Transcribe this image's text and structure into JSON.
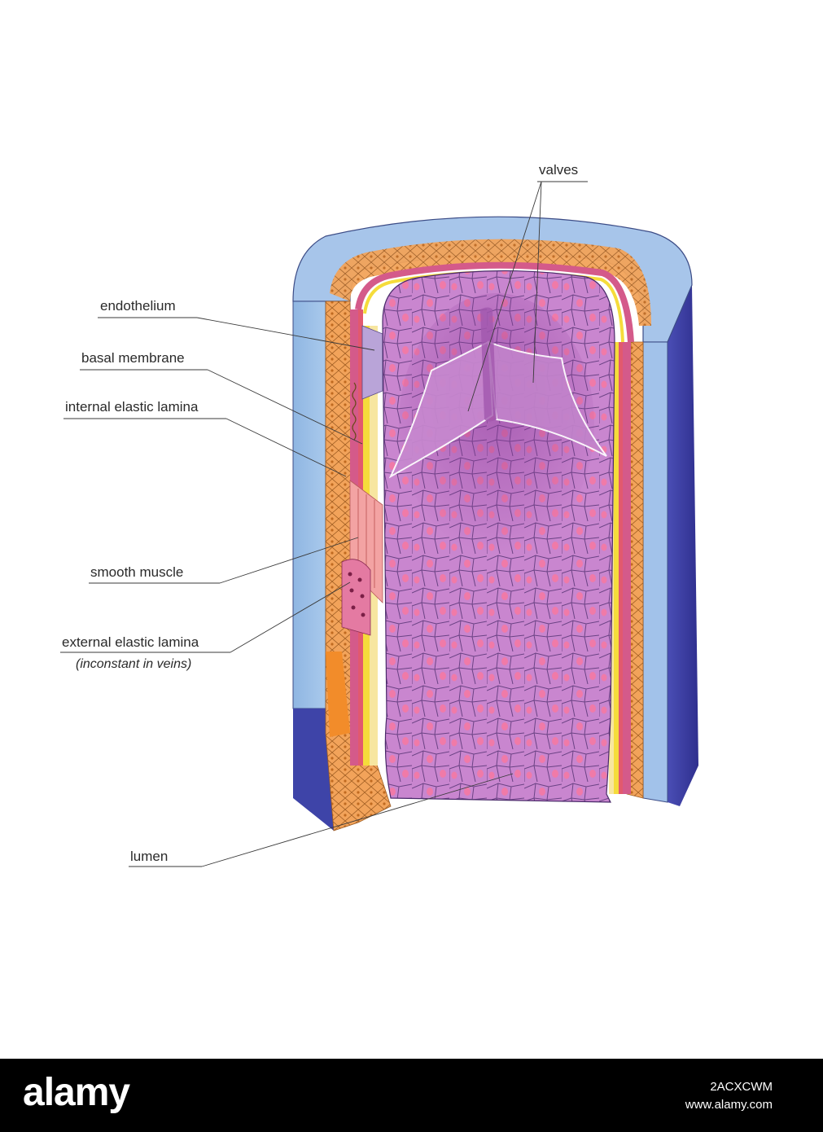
{
  "diagram": {
    "labels": {
      "valves": "valves",
      "endothelium": "endothelium",
      "basal_membrane": "basal membrane",
      "internal_elastic_lamina": "internal elastic lamina",
      "smooth_muscle": "smooth muscle",
      "external_elastic_lamina": "external elastic lamina",
      "external_note": "(inconstant in veins)",
      "lumen": "lumen"
    }
  },
  "footer": {
    "brand": "alamy",
    "image_id": "2ACXCWM",
    "site": "www.alamy.com"
  }
}
